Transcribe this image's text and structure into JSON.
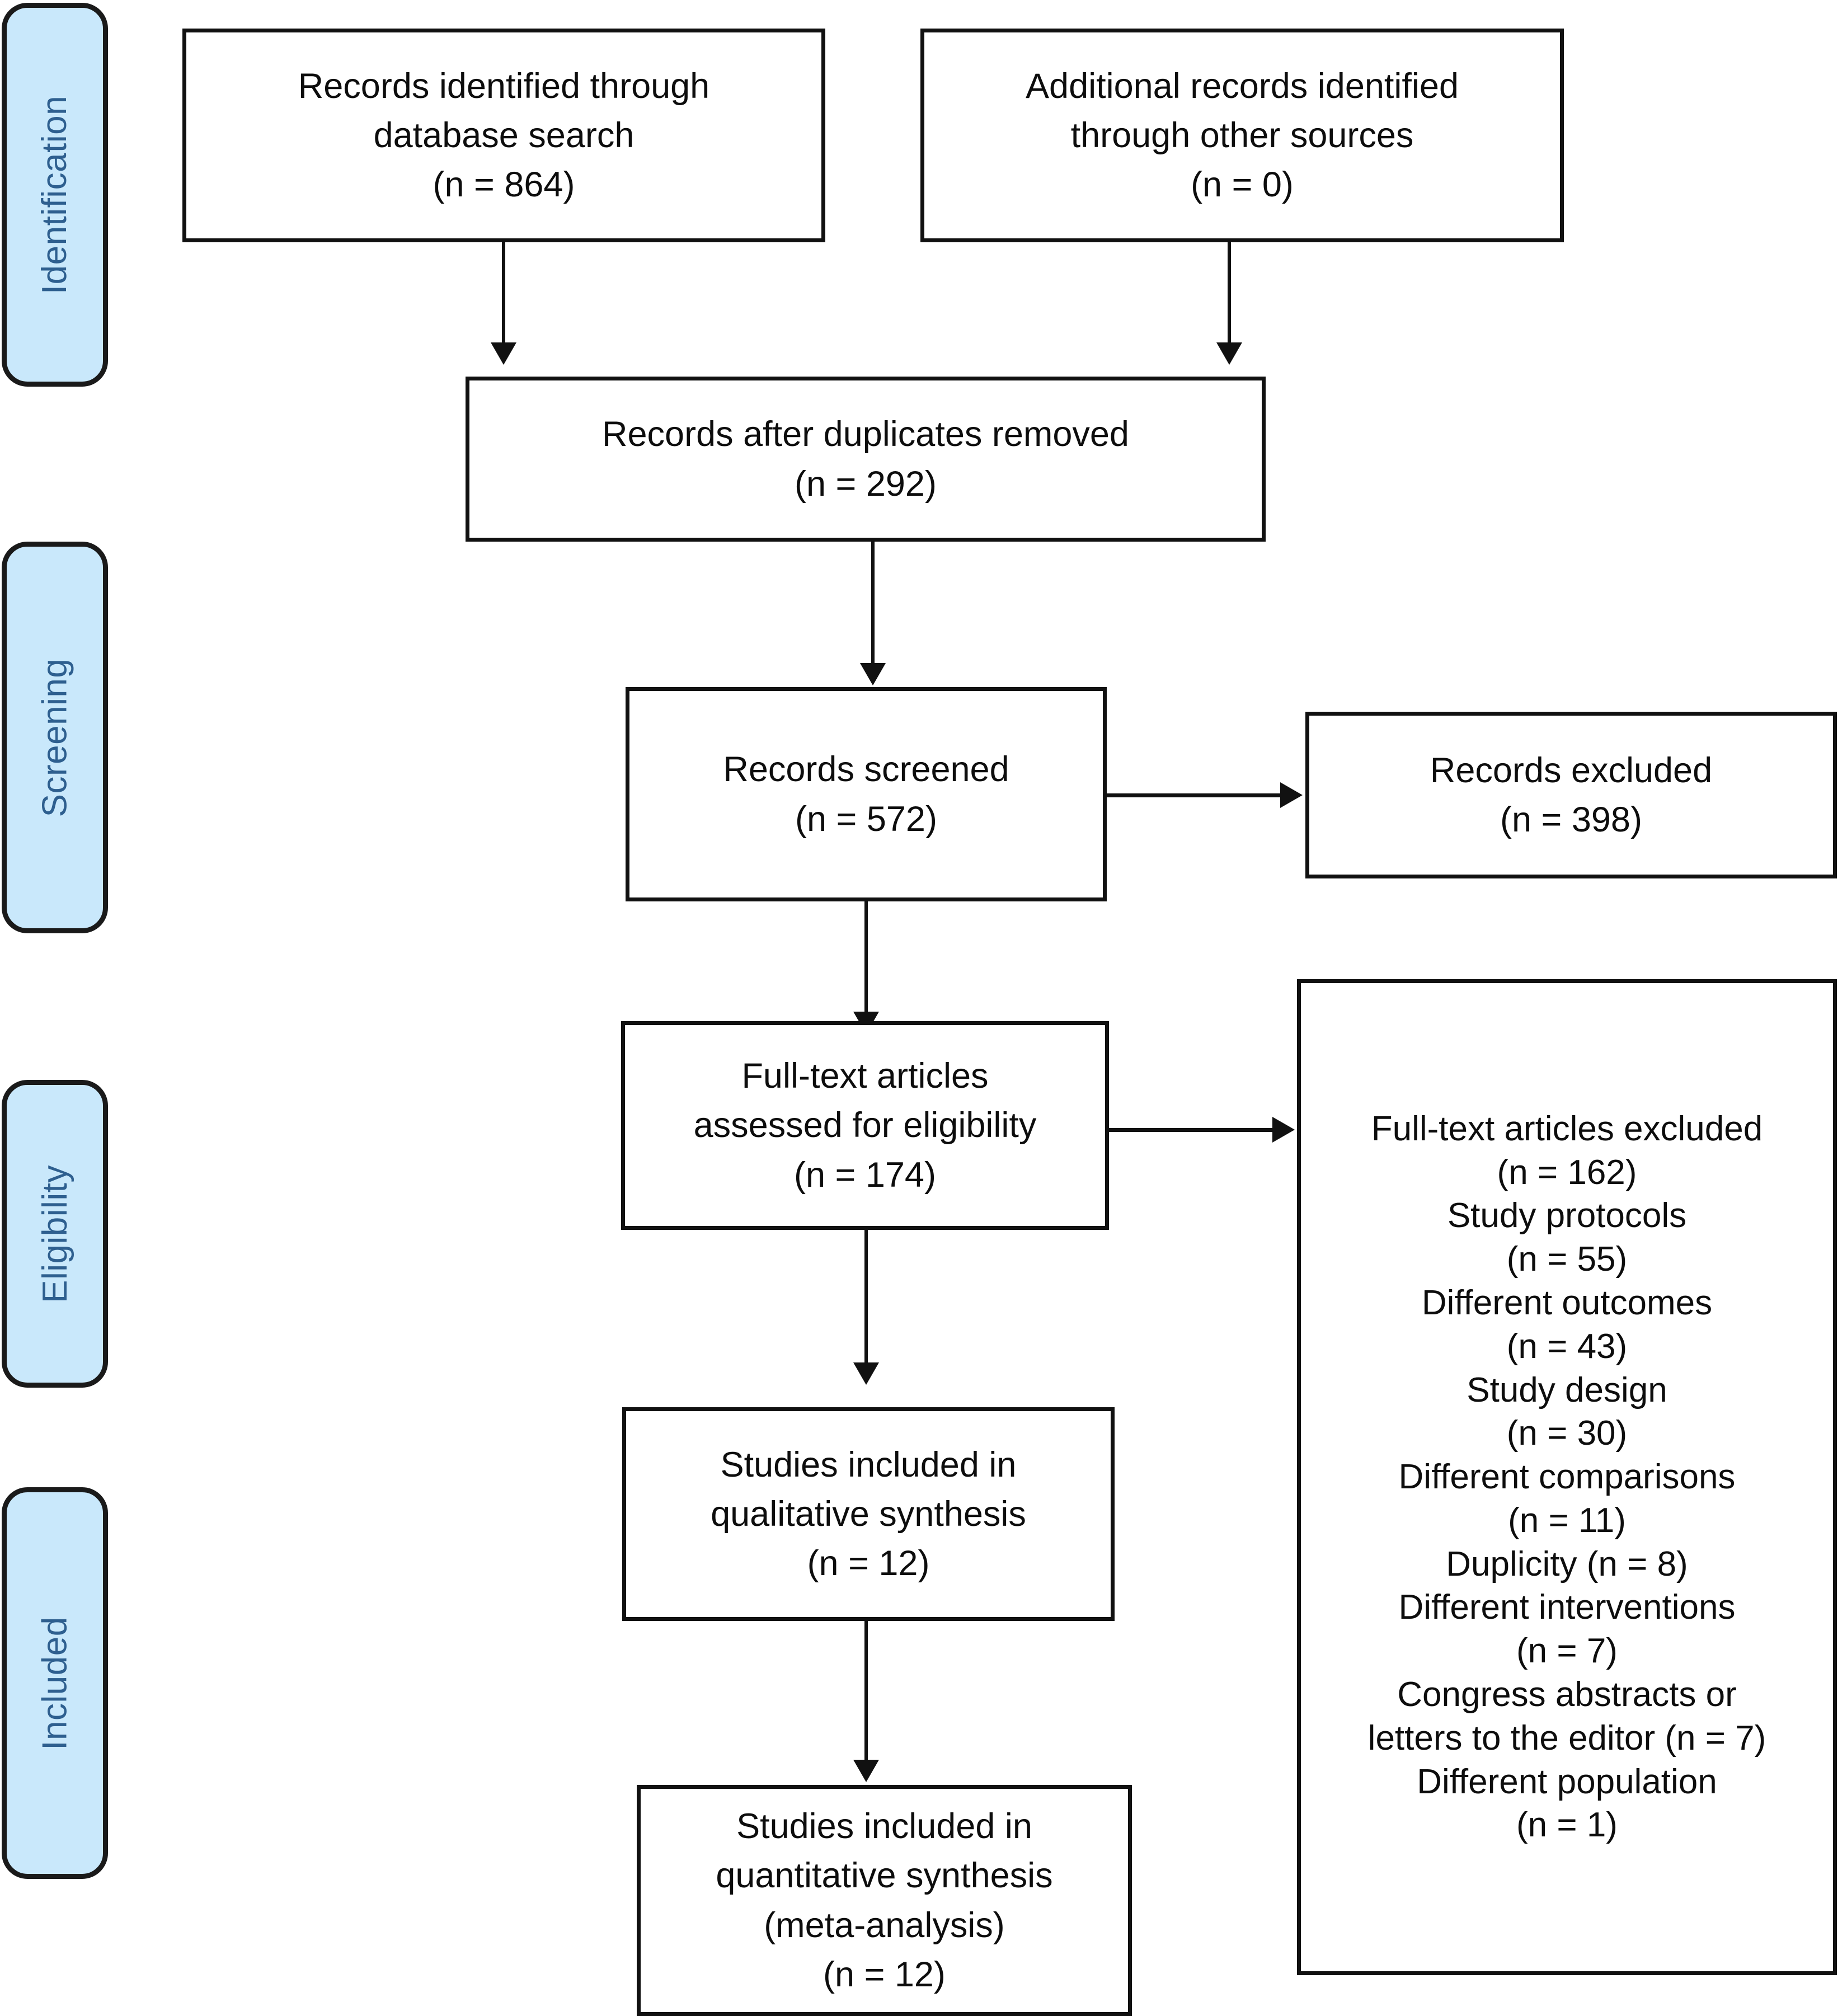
{
  "diagram": {
    "title": "PRISMA flow diagram",
    "colors": {
      "stage_fill": "#c9e8fb",
      "stage_text": "#2e5f8f",
      "box_border": "#111111",
      "box_fill": "#ffffff",
      "text": "#0d0d0d"
    }
  },
  "stages": [
    {
      "id": "identification",
      "label": "Identification"
    },
    {
      "id": "screening",
      "label": "Screening"
    },
    {
      "id": "eligibility",
      "label": "Eligibility"
    },
    {
      "id": "included",
      "label": "Included"
    }
  ],
  "boxes": {
    "records_identified_database": {
      "text": "Records identified through\ndatabase search\n(n = 864)",
      "count_label": "(n = 864)",
      "count": 864
    },
    "additional_records_other_sources": {
      "text": "Additional records identified\nthrough other sources\n(n = 0)",
      "count_label": "(n = 0)",
      "count": 0
    },
    "records_after_duplicates": {
      "text": "Records after duplicates removed\n(n = 292)",
      "count_label": "(n = 292)",
      "count": 292
    },
    "records_screened": {
      "text": "Records screened\n(n = 572)",
      "count_label": "(n = 572)",
      "count": 572
    },
    "records_excluded": {
      "text": "Records excluded\n(n = 398)",
      "count_label": "(n = 398)",
      "count": 398
    },
    "fulltext_assessed": {
      "text": "Full-text articles\nassessed for eligibility\n(n = 174)",
      "count_label": "(n = 174)",
      "count": 174
    },
    "fulltext_excluded": {
      "text": "Full-text articles excluded\n(n = 162)\nStudy protocols\n(n = 55)\nDifferent outcomes\n(n = 43)\nStudy design\n(n = 30)\nDifferent comparisons\n(n = 11)\nDuplicity (n = 8)\nDifferent interventions\n(n = 7)\nCongress abstracts or\nletters to the editor (n = 7)\nDifferent population\n(n = 1)",
      "reasons": [
        {
          "label": "Full-text articles excluded",
          "count_label": "(n = 162)",
          "count": 162
        },
        {
          "label": "Study protocols",
          "count_label": "(n = 55)",
          "count": 55
        },
        {
          "label": "Different outcomes",
          "count_label": "(n = 43)",
          "count": 43
        },
        {
          "label": "Study design",
          "count_label": "(n = 30)",
          "count": 30
        },
        {
          "label": "Different comparisons",
          "count_label": "(n = 11)",
          "count": 11
        },
        {
          "label": "Duplicity",
          "count_label": "(n = 8)",
          "count": 8
        },
        {
          "label": "Different interventions",
          "count_label": "(n = 7)",
          "count": 7
        },
        {
          "label": "Congress abstracts or letters to the editor",
          "count_label": "(n = 7)",
          "count": 7
        },
        {
          "label": "Different population",
          "count_label": "(n = 1)",
          "count": 1
        }
      ]
    },
    "qualitative_synthesis": {
      "text": "Studies included in\nqualitative synthesis\n(n = 12)",
      "count_label": "(n = 12)",
      "count": 12
    },
    "quantitative_synthesis": {
      "text": "Studies included in\nquantitative synthesis\n(meta-analysis)\n(n = 12)",
      "count_label": "(n = 12)",
      "count": 12
    }
  }
}
